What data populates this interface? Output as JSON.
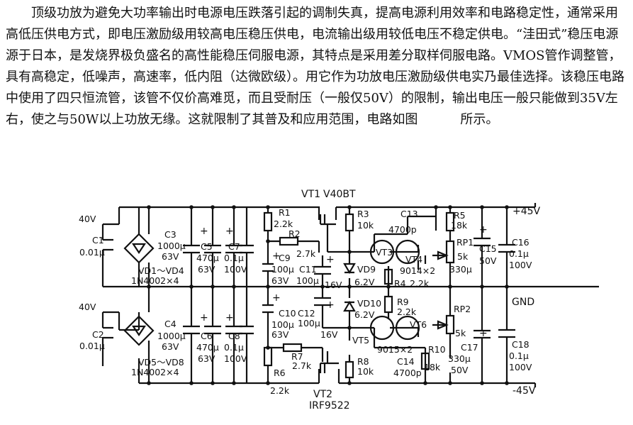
{
  "paragraph": {
    "s1": "顶级功放为避免大功率输出时电源电压跌落引起的调制失真，提高电源利用效率和电路稳定性，通常采用高低压供电方式，即电压激励级用较高电压稳压供电，电流输出级用较低电压不稳定供电。",
    "s2": "“洼田式”稳压电源源于日本，是发烧界极负盛名的高性能稳压伺服电源，其特点是采用差分取样伺服电路。",
    "s3": "VMOS管作调整管，具有高稳定，低噪声，高速率，低内阻（达微欧级）。",
    "s4": "用它作为功放电压激励级供电实乃最佳选择。",
    "s5": "该稳压电路中使用了四只恒流管，该管不仅价高难觅，而且受耐压（一般仅50V）的限制，输出电压一般只能做到35V左右，使之与50W以上功放无缘。",
    "s6": "这就限制了其普及和应用范围，电路如图",
    "s7": "所示。"
  },
  "schematic": {
    "in_top": "40V",
    "in_bot": "40V",
    "c1": [
      "C1",
      "0.01μ"
    ],
    "c2": [
      "C2",
      "0.01μ"
    ],
    "bridge_top": [
      "VD1～VD4",
      "1N4002×4"
    ],
    "bridge_bot": [
      "VD5～VD8",
      "1N4002×4"
    ],
    "c3": [
      "C3",
      "1000μ",
      "63V"
    ],
    "c4": [
      "C4",
      "1000μ",
      "63V"
    ],
    "c5": [
      "C5",
      "470μ",
      "63V"
    ],
    "c6": [
      "C6",
      "470μ",
      "63V"
    ],
    "c7": [
      "C7",
      "0.1μ",
      "100V"
    ],
    "c8": [
      "C8",
      "0.1μ",
      "100V"
    ],
    "vt1": [
      "VT1",
      "V40BT"
    ],
    "vt2": [
      "VT2",
      "IRF9522"
    ],
    "r1": [
      "R1",
      "2.2k"
    ],
    "r2": [
      "R2",
      "2.7k"
    ],
    "r3": [
      "R3",
      "10k"
    ],
    "r4": [
      "R4",
      "2.2k"
    ],
    "r5": [
      "R5",
      "18k"
    ],
    "r6": [
      "R6",
      "2.2k"
    ],
    "r7": [
      "R7",
      "2.7k"
    ],
    "r8": [
      "R8",
      "10k"
    ],
    "r9": [
      "R9",
      "2.2k"
    ],
    "r10": [
      "R10",
      "18k"
    ],
    "c9": [
      "C9",
      "100μ",
      "63V"
    ],
    "c10": [
      "C10",
      "100μ",
      "63V"
    ],
    "c11": [
      "C11",
      "100μ",
      "16V"
    ],
    "c12": [
      "C12",
      "100μ",
      "16V"
    ],
    "c13": [
      "C13",
      "4700p"
    ],
    "c14": [
      "C14",
      "4700p"
    ],
    "vd9": [
      "VD9",
      "6.2V"
    ],
    "vd10": [
      "VD10",
      "6.2V"
    ],
    "vt3": "VT3",
    "vt4": [
      "VT4",
      "9014×2"
    ],
    "vt5": "VT5",
    "vt6": [
      "VT6",
      "9015×2"
    ],
    "rp1": [
      "RP1",
      "5k"
    ],
    "rp2": [
      "RP2",
      "5k"
    ],
    "c15": [
      "C15",
      "330μ",
      "50V"
    ],
    "c17": [
      "C17",
      "330μ",
      "50V"
    ],
    "c16": [
      "C16",
      "0.1μ",
      "100V"
    ],
    "c18": [
      "C18",
      "0.1μ",
      "100V"
    ],
    "out_pos": "+45V",
    "out_gnd": "GND",
    "out_neg": "-45V"
  }
}
